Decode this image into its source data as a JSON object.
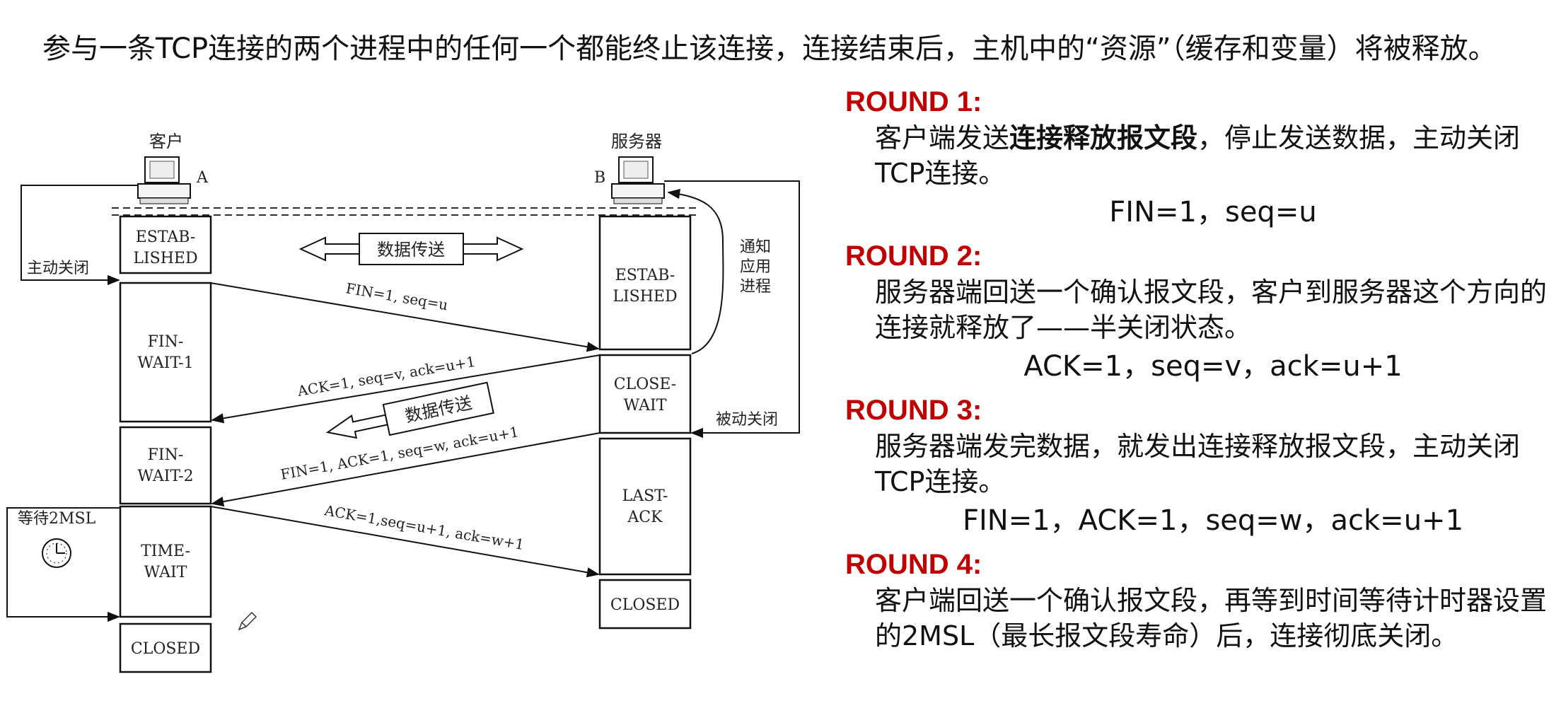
{
  "intro": "参与一条TCP连接的两个进程中的任何一个都能终止该连接，连接结束后，主机中的“资源”（缓存和变量）将被释放。",
  "diagram": {
    "client_label": "客户",
    "server_label": "服务器",
    "host_a": "A",
    "host_b": "B",
    "active_close": "主动关闭",
    "passive_close": "被动关闭",
    "notify_app": [
      "通知",
      "应用",
      "进程"
    ],
    "data_transfer": "数据传送",
    "wait_2msl": "等待2MSL",
    "client_states": [
      [
        "ESTAB-",
        "LISHED"
      ],
      [
        "FIN-",
        "WAIT-1"
      ],
      [
        "FIN-",
        "WAIT-2"
      ],
      [
        "TIME-",
        "WAIT"
      ],
      [
        "CLOSED"
      ]
    ],
    "server_states": [
      [
        "ESTAB-",
        "LISHED"
      ],
      [
        "CLOSE-",
        "WAIT"
      ],
      [
        "LAST-",
        "ACK"
      ],
      [
        "CLOSED"
      ]
    ],
    "messages": [
      "FIN=1, seq=u",
      "ACK=1, seq=v, ack=u+1",
      "FIN=1, ACK=1, seq=w, ack=u+1",
      "ACK=1,seq=u+1, ack=w+1"
    ]
  },
  "rounds": [
    {
      "title": "ROUND 1:",
      "body_prefix": "客户端发送",
      "body_bold": "连接释放报文段",
      "body_suffix": "，停止发送数据，主动关闭TCP连接。",
      "formula": "FIN=1，seq=u"
    },
    {
      "title": "ROUND 2:",
      "body_prefix": "服务器端回送一个确认报文段，客户到服务器这个方向的连接就释放了——半关闭状态。",
      "body_bold": "",
      "body_suffix": "",
      "formula": "ACK=1，seq=v，ack=u+1"
    },
    {
      "title": "ROUND 3:",
      "body_prefix": "服务器端发完数据，就发出连接释放报文段，主动关闭TCP连接。",
      "body_bold": "",
      "body_suffix": "",
      "formula": "FIN=1，ACK=1，seq=w，ack=u+1"
    },
    {
      "title": "ROUND 4:",
      "body_prefix": "客户端回送一个确认报文段，再等到时间等待计时器设置的2MSL（最长报文段寿命）后，连接彻底关闭。",
      "body_bold": "",
      "body_suffix": "",
      "formula": ""
    }
  ]
}
